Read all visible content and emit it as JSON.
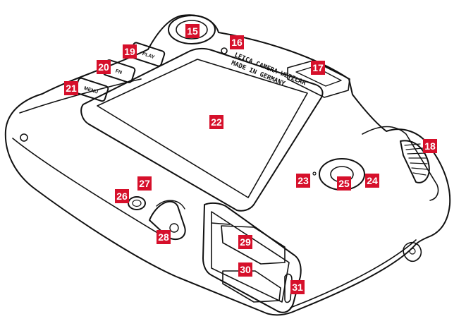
{
  "engraving": {
    "line1": "LEICA CAMERA WETZLAR",
    "line2": "MADE IN GERMANY"
  },
  "buttons": {
    "play": "PLAY",
    "fn": "FN",
    "menu": "MENU"
  },
  "callouts": [
    "15",
    "16",
    "17",
    "18",
    "19",
    "20",
    "21",
    "22",
    "23",
    "24",
    "25",
    "26",
    "27",
    "28",
    "29",
    "30",
    "31"
  ],
  "colors": {
    "callout_bg": "#d6102b",
    "callout_text": "#ffffff",
    "line": "#111111"
  }
}
